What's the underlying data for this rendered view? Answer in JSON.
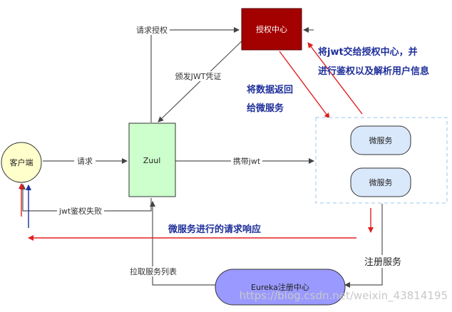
{
  "nodes": {
    "client": "客户端",
    "zuul": "Zuul",
    "auth": "授权中心",
    "microservice_1": "微服务",
    "microservice_2": "微服务",
    "eureka": "Eureka注册中心"
  },
  "edge_labels": {
    "request_auth": "请求授权",
    "issue_jwt": "颁发JWT凭证",
    "request": "请求",
    "carry_jwt": "携带jwt",
    "jwt_auth_fail": "jwt鉴权失败",
    "fetch_service_list": "拉取服务列表",
    "register_service": "注册服务"
  },
  "annotations": {
    "jwt_to_auth_line1": "将jwt交给授权中心，并",
    "jwt_to_auth_line2": "进行鉴权以及解析用户信息",
    "return_data_line1": "将数据返回",
    "return_data_line2": "给微服务",
    "ms_response": "微服务进行的请求响应"
  },
  "watermark": "https://blog.csdn.net/weixin_43814195",
  "colors": {
    "client_fill": "#ffffcc",
    "zuul_fill": "#ccffcc",
    "auth_fill": "#a30000",
    "ms_fill": "#dae8fc",
    "eureka_fill": "#9999ff",
    "red_arrow": "#e02020",
    "blue_arrow": "#1f2f9a",
    "gray_line": "#555555"
  }
}
